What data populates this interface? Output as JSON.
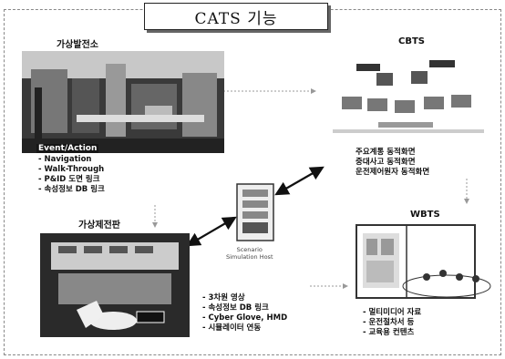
{
  "title": "CATS 기능",
  "virtual_plant": {
    "label": "가상발전소",
    "overlay": "Event/Action",
    "items": [
      "- Navigation",
      "- Walk-Through",
      "- P&ID 도면 링크",
      "- 속성정보 DB 링크"
    ]
  },
  "cbts": {
    "label": "CBTS",
    "items": [
      "주요계통 동적화면",
      "중대사고 동적화면",
      "운전제어원자 동적화면"
    ]
  },
  "server": {
    "caption_line1": "Scenario",
    "caption_line2": "Simulation Host"
  },
  "virtual_panel": {
    "label": "가상제전판",
    "items": [
      "- 3차원 영상",
      "- 속성정보 DB 링크",
      "- Cyber Glove, HMD",
      "- 시뮬레이터 연동"
    ]
  },
  "wbts": {
    "label": "WBTS",
    "items": [
      "- 멀티미디어 자료",
      "- 운전절차서 등",
      "- 교육용 컨텐츠"
    ]
  }
}
